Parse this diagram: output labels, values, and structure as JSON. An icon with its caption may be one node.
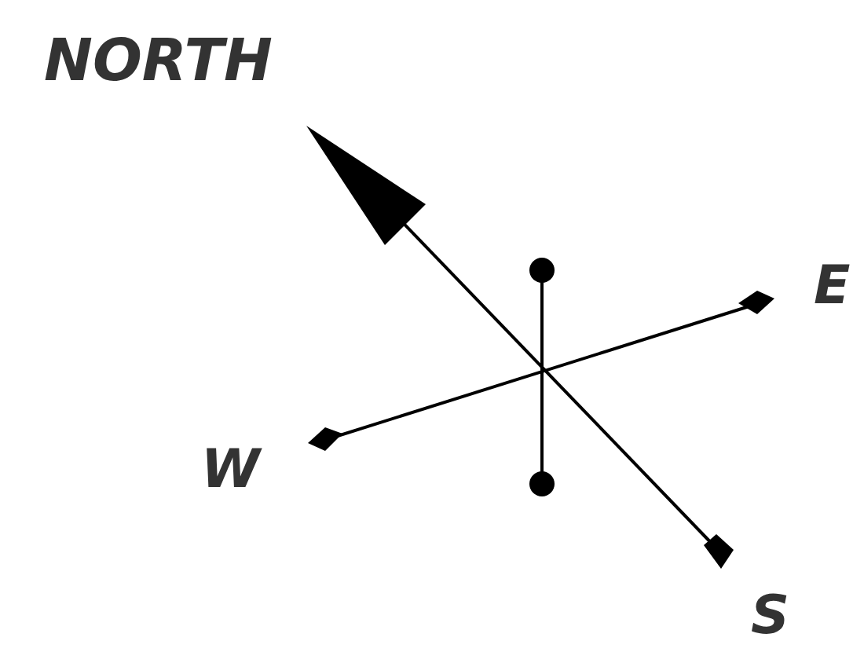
{
  "diagram": {
    "labels": [
      "NORTH",
      "E",
      "W",
      "S"
    ]
  }
}
